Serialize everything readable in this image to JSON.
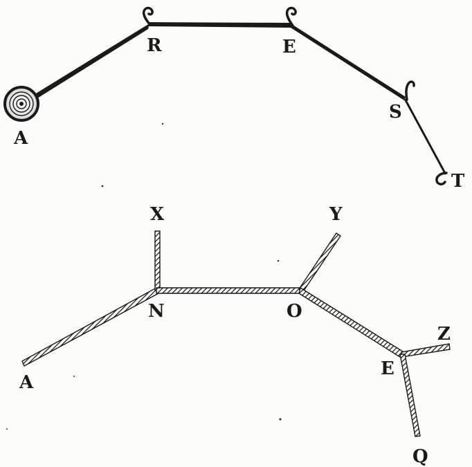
{
  "figure_top": {
    "labels": {
      "A": "A",
      "R": "R",
      "E": "E",
      "S": "S",
      "T": "T"
    }
  },
  "figure_bottom": {
    "labels": {
      "X": "X",
      "Y": "Y",
      "N": "N",
      "O": "O",
      "A": "A",
      "E": "E",
      "Z": "Z",
      "Q": "Q"
    }
  },
  "colors": {
    "ink": "#1a1a1a",
    "paper": "#fcfcf9"
  }
}
